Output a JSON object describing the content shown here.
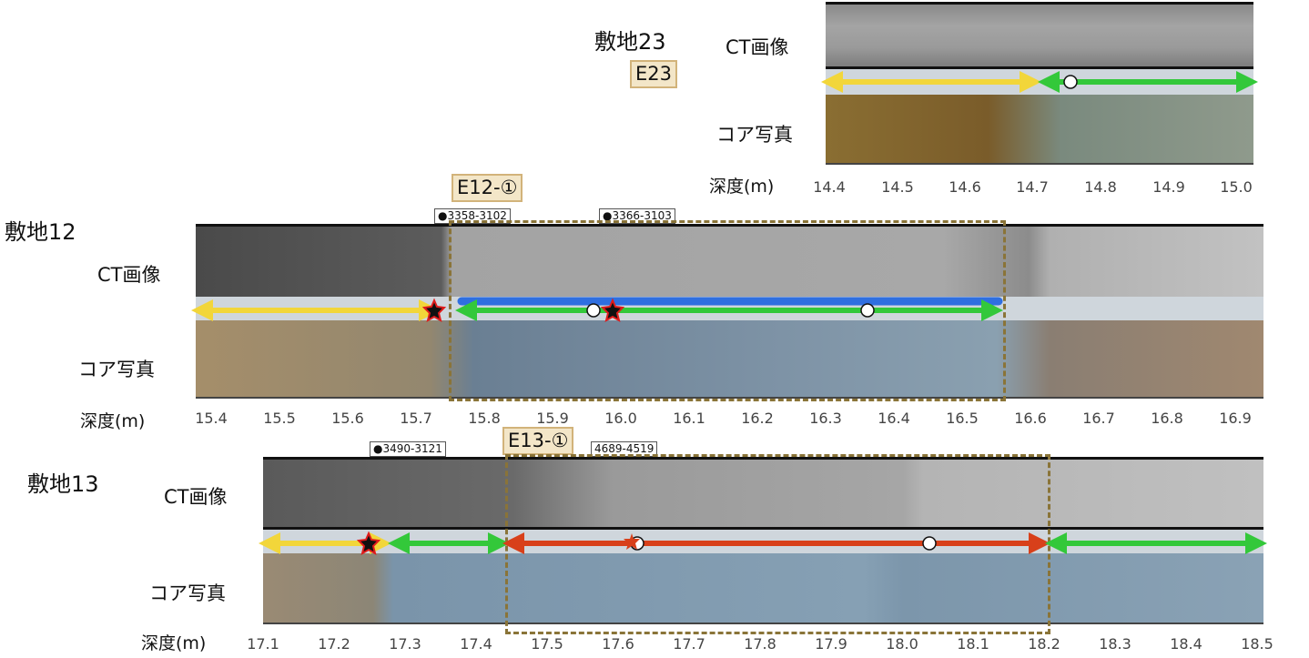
{
  "site23": {
    "name": "敷地23",
    "tag": "E23",
    "ct": "CT画像",
    "photo": "コア写真",
    "depth": "深度(m)",
    "ticks": [
      "14.4",
      "14.5",
      "14.6",
      "14.7",
      "14.8",
      "14.9",
      "15.0"
    ]
  },
  "site12": {
    "name": "敷地12",
    "tag": "E12-①",
    "ct": "CT画像",
    "photo": "コア写真",
    "depth": "深度(m)",
    "samples": [
      "●3358-3102",
      "●3366-3103"
    ],
    "ticks": [
      "15.4",
      "15.5",
      "15.6",
      "15.7",
      "15.8",
      "15.9",
      "16.0",
      "16.1",
      "16.2",
      "16.3",
      "16.4",
      "16.5",
      "16.6",
      "16.7",
      "16.8",
      "16.9"
    ]
  },
  "site13": {
    "name": "敷地13",
    "tag": "E13-①",
    "ct": "CT画像",
    "photo": "コア写真",
    "depth": "深度(m)",
    "samples": [
      "●3490-3121",
      "4689-4519"
    ],
    "ticks": [
      "17.1",
      "17.2",
      "17.3",
      "17.4",
      "17.5",
      "17.6",
      "17.7",
      "17.8",
      "17.9",
      "18.0",
      "18.1",
      "18.2",
      "18.3",
      "18.4",
      "18.5"
    ]
  },
  "colors": {
    "yellow": "#f2d63a",
    "green": "#33c83a",
    "blue": "#2f6fe0",
    "red": "#d8401a",
    "frame": "#8a7438"
  }
}
